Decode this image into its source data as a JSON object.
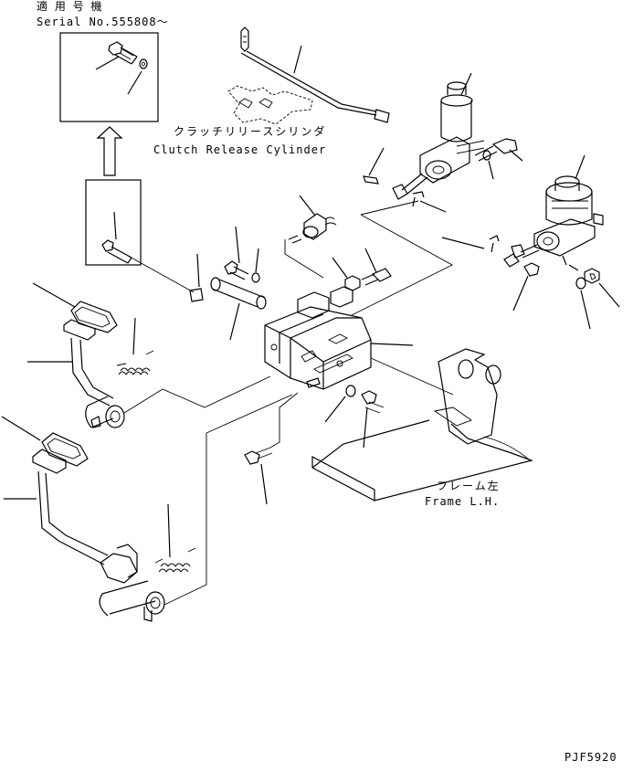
{
  "header": {
    "applicable_jp": "適 用 号 機",
    "serial": "Serial No.555808～"
  },
  "labels": {
    "clutch_release_jp": "クラッチリリースシリンダ",
    "clutch_release_en": "Clutch Release Cylinder",
    "frame_jp": "フレーム左",
    "frame_en": "Frame L.H."
  },
  "drawing_code": "PJF5920"
}
